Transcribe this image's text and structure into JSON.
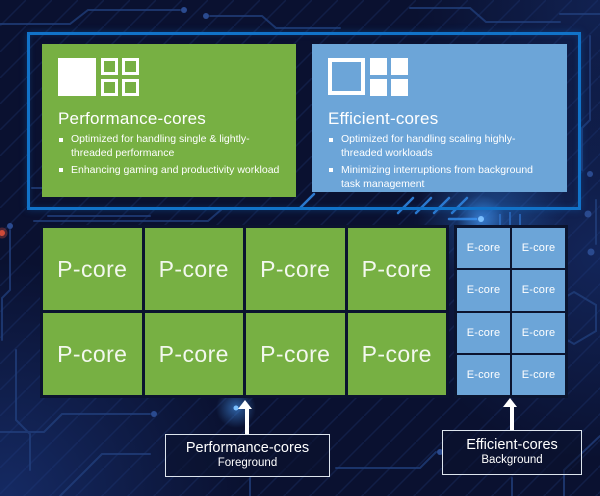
{
  "panel": {
    "performance_card": {
      "title": "Performance-cores",
      "bullets": [
        "Optimized for handling single & lightly-threaded performance",
        "Enhancing gaming and productivity workload"
      ],
      "icon": "large-filled-square-with-four-outlined-squares"
    },
    "efficient_card": {
      "title": "Efficient-cores",
      "bullets": [
        "Optimized for handling scaling highly-threaded workloads",
        "Minimizing interruptions from background task management"
      ],
      "icon": "large-outlined-square-with-four-filled-squares"
    }
  },
  "core_grid": {
    "p_core": {
      "label": "P-core",
      "count": 8
    },
    "e_core": {
      "label": "E-core",
      "count": 8
    }
  },
  "callouts": {
    "performance": {
      "title": "Performance-cores",
      "subtitle": "Foreground"
    },
    "efficient": {
      "title": "Efficient-cores",
      "subtitle": "Background"
    }
  },
  "colors": {
    "performance_green": "#77b043",
    "efficient_blue": "#6ca5d8",
    "panel_border_blue": "#1173c9",
    "background_navy": "#0a1130",
    "grid_line_navy": "#0b142f",
    "text_white": "#ffffff"
  }
}
